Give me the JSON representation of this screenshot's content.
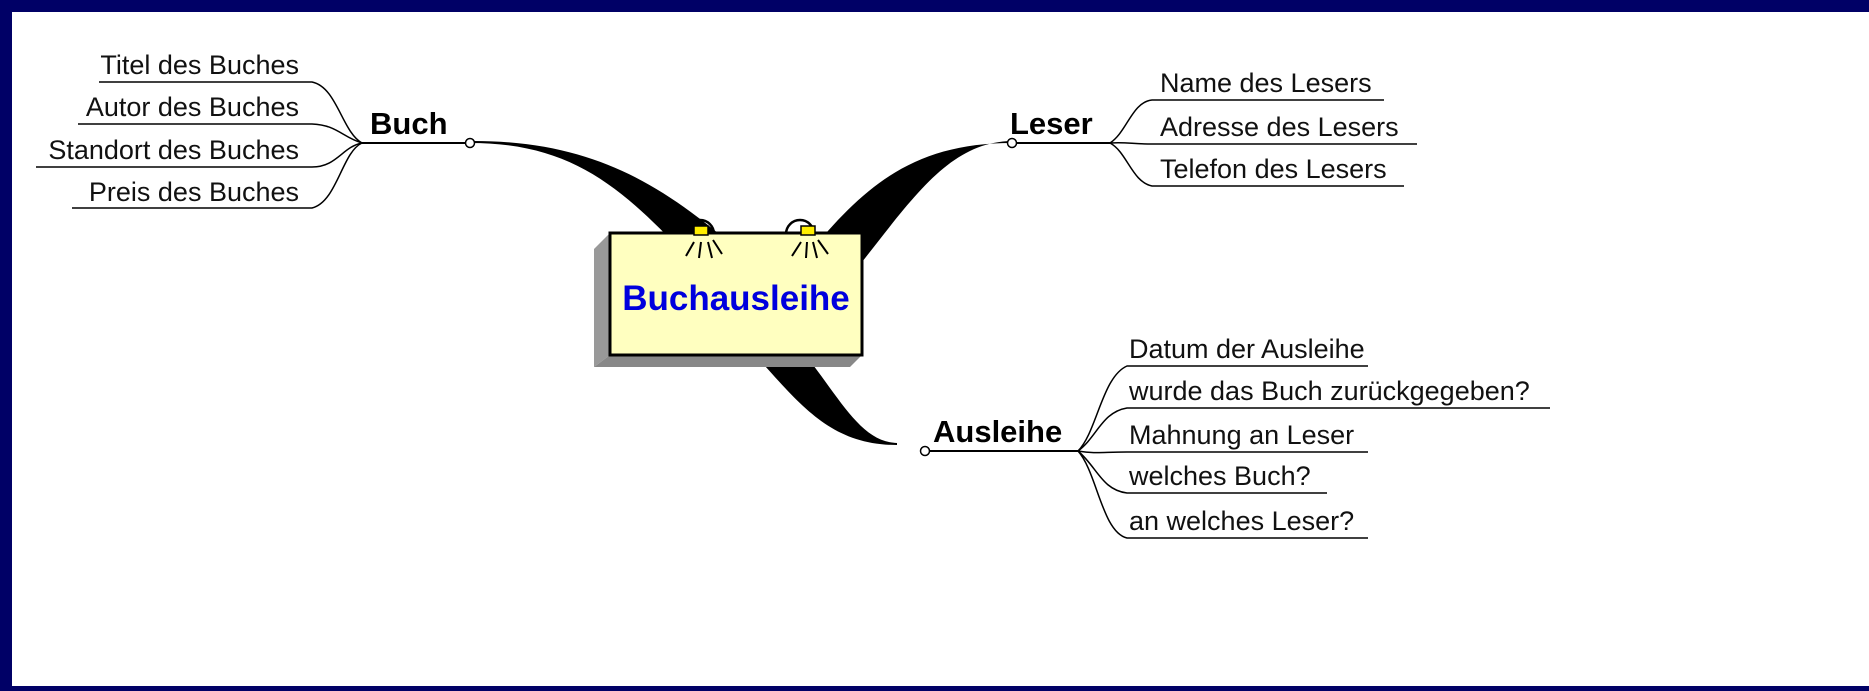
{
  "central": {
    "label": "Buchausleihe"
  },
  "branches": {
    "buch": {
      "label": "Buch",
      "items": [
        "Titel des Buches",
        "Autor des Buches",
        "Standort des Buches",
        "Preis des Buches"
      ]
    },
    "leser": {
      "label": "Leser",
      "items": [
        "Name des Lesers",
        "Adresse des Lesers",
        "Telefon des Lesers"
      ]
    },
    "ausleihe": {
      "label": "Ausleihe",
      "items": [
        "Datum der Ausleihe",
        "wurde das Buch zurückgegeben?",
        "Mahnung an Leser",
        "welches Buch?",
        "an welches Leser?"
      ]
    }
  },
  "colors": {
    "frame": "#000066",
    "canvas": "#ffffff",
    "central_box": "#ffffc0",
    "central_text": "#0000dd",
    "lamp": "#ffee00"
  },
  "icons": [
    "lightbulb-icon"
  ]
}
